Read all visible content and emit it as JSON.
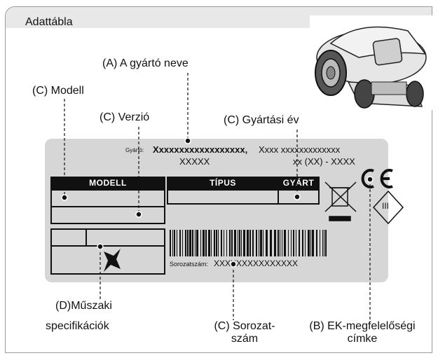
{
  "title": "Adattábla",
  "labels": {
    "manufacturer_name": "(A) A gyártó neve",
    "model": "(C) Modell",
    "version_prefix": "(C)",
    "version_word": "Verzió",
    "manufacturing_year": "(C) Gyártási év",
    "tech_spec_prefix": "(D)",
    "tech_spec_line1": "Műszaki",
    "tech_spec_line2": "specifikációk",
    "serial_line1": "(C) Sorozat-",
    "serial_line2": "szám",
    "ce_line1": "(B) EK-megfelelőségi",
    "ce_line2": "címke"
  },
  "plate": {
    "manufacturer_prefix": "Gyártó:",
    "manufacturer_name": "Xxxxxxxxxxxxxxxxxx,",
    "manufacturer_address1": "Xxxx xxxxxxxxxxxxx",
    "manufacturer_address2": "XXXXX",
    "year_code": "xx (XX) - XXXX",
    "col_model": "MODELL",
    "col_type": "TÍPUS",
    "col_year": "GYÁRT",
    "serial_prefix": "Sorozatszám:",
    "serial_value": "XXXXXXXXXXXXXXX",
    "class_mark": "III",
    "ce_mark": "CE"
  },
  "icons": [
    "robot-mower-illustration",
    "crossed-bin-icon",
    "class-iii-diamond-icon",
    "ce-mark",
    "star-icon",
    "barcode"
  ]
}
